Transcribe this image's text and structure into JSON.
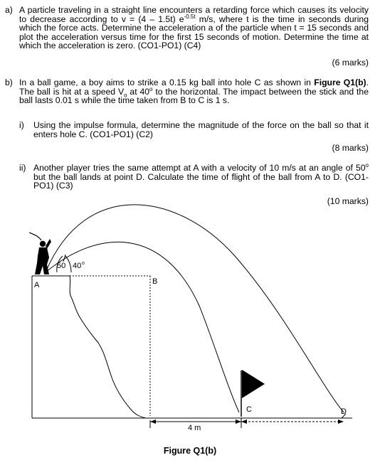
{
  "question_a": {
    "label": "a)",
    "text_parts": [
      "A particle traveling in a straight line encounters a retarding force which causes its velocity to decrease according to v = (4 – 1.5t) e",
      "-0.5t",
      " m/s, where t is the time in seconds during which the force acts. Determine the acceleration a of the particle when t = 15 seconds and plot the acceleration versus time for the first 15 seconds of motion. Determine the time at which the acceleration is zero. (CO1-PO1) (C4)"
    ],
    "marks": "(6 marks)"
  },
  "question_b": {
    "label": "b)",
    "text_parts": [
      "In a ball game, a boy aims to strike a 0.15 kg ball into hole C as shown in ",
      "Figure Q1(b)",
      ". The ball is hit at a speed V",
      "o",
      " at 40",
      "o",
      " to the horizontal. The impact between the stick and the ball lasts 0.01 s while the time taken from B to C is 1 s."
    ],
    "sub_i": {
      "label": "i)",
      "text": "Using the impulse formula, determine the magnitude of the force on the ball so that it enters hole C. (CO1-PO1) (C2)",
      "marks": "(8 marks)"
    },
    "sub_ii": {
      "label": "ii)",
      "text_parts": [
        "Another player tries the same attempt at A with a velocity of 10 m/s at an angle of 50",
        "o",
        " but the ball lands at point D. Calculate the time of flight of the ball from A to D. (CO1-PO1) (C3)"
      ],
      "marks": "(10 marks)"
    }
  },
  "figure": {
    "angle_50": "50",
    "angle_40": "40",
    "angle_40_sup": "o",
    "point_A": "A",
    "point_B": "B",
    "point_C": "C",
    "point_D": "D",
    "distance": "4 m",
    "caption": "Figure Q1(b)"
  }
}
